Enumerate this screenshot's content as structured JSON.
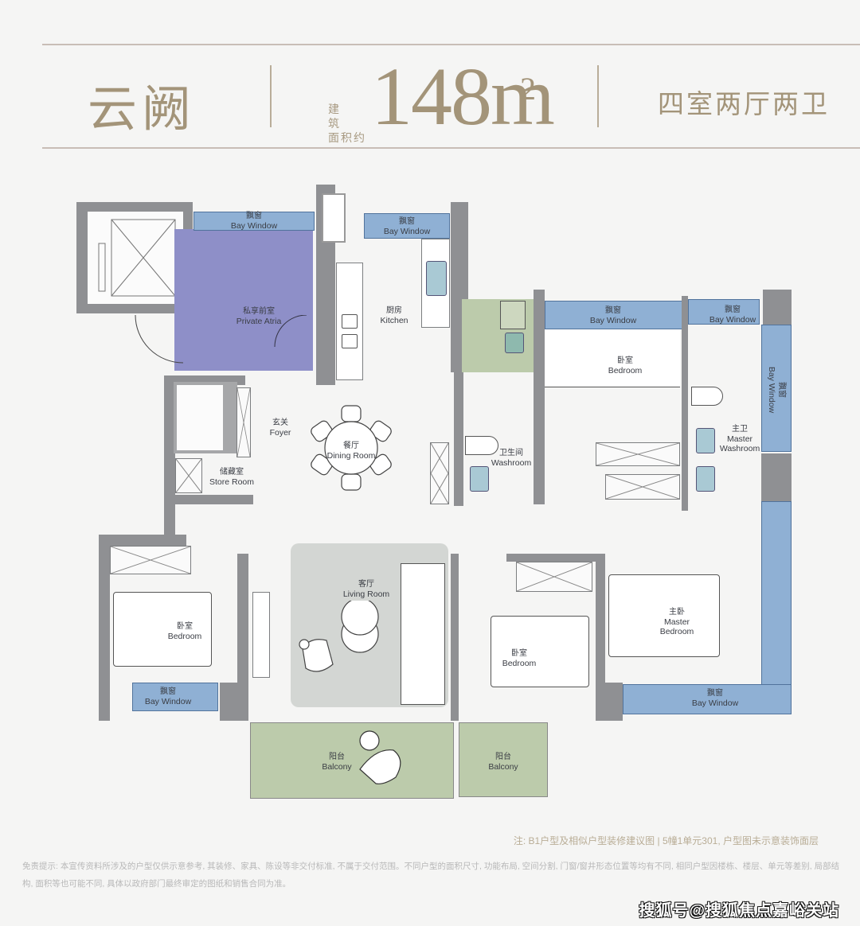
{
  "header": {
    "project_name": "云阙",
    "area_label_line1": "建 筑",
    "area_label_line2": "面积约",
    "area_value": "148m",
    "area_unit_sup": "2",
    "layout_type": "四室两厅两卫"
  },
  "rooms": {
    "private_atria": {
      "cn": "私享前室",
      "en": "Private Atria"
    },
    "bay_window_atria": {
      "cn": "飘窗",
      "en": "Bay Window"
    },
    "kitchen": {
      "cn": "厨房",
      "en": "Kitchen"
    },
    "bay_window_kitchen": {
      "cn": "飘窗",
      "en": "Bay Window"
    },
    "bedroom_north": {
      "cn": "卧室",
      "en": "Bedroom"
    },
    "bay_window_bedroom_north": {
      "cn": "飘窗",
      "en": "Bay Window"
    },
    "bay_window_master_wash": {
      "cn": "飘窗",
      "en": "Bay Window"
    },
    "bay_window_east": {
      "cn": "飘窗",
      "en": "Bay Window"
    },
    "master_washroom": {
      "cn": "主卫",
      "en": "Master",
      "en2": "Washroom"
    },
    "foyer": {
      "cn": "玄关",
      "en": "Foyer"
    },
    "dining_room": {
      "cn": "餐厅",
      "en": "Dining Room"
    },
    "washroom": {
      "cn": "卫生间",
      "en": "Washroom"
    },
    "store_room": {
      "cn": "储藏室",
      "en": "Store Room"
    },
    "bedroom_west": {
      "cn": "卧室",
      "en": "Bedroom"
    },
    "bay_window_west": {
      "cn": "飘窗",
      "en": "Bay Window"
    },
    "living_room": {
      "cn": "客厅",
      "en": "Living Room"
    },
    "bedroom_south": {
      "cn": "卧室",
      "en": "Bedroom"
    },
    "master_bedroom": {
      "cn": "主卧",
      "en": "Master",
      "en2": "Bedroom"
    },
    "bay_window_south": {
      "cn": "飘窗",
      "en": "Bay Window"
    },
    "balcony_1": {
      "cn": "阳台",
      "en": "Balcony"
    },
    "balcony_2": {
      "cn": "阳台",
      "en": "Balcony"
    }
  },
  "colors": {
    "accent_gold": "#a39479",
    "bay_window_blue": "#8fb0d4",
    "atria_purple": "#8e8fc8",
    "balcony_green": "#bccbab",
    "living_gray": "#d3d6d3",
    "wall_gray": "#8f9093"
  },
  "footer": {
    "note": "注: B1户型及相似户型装修建议图 | 5幢1单元301, 户型图未示意装饰面层",
    "disclaimer": "免责提示: 本宣传资料所涉及的户型仅供示意参考, 其装修、家具、陈设等非交付标准, 不属于交付范围。不同户型的面积尺寸, 功能布局, 空间分割, 门窗/窗井形态位置等均有不同, 相同户型因楼栋、楼层、单元等差别, 局部结构, 面积等也可能不同, 具体以政府部门最终审定的图纸和销售合同为准。",
    "watermark": "搜狐号@搜狐焦点嘉峪关站"
  }
}
